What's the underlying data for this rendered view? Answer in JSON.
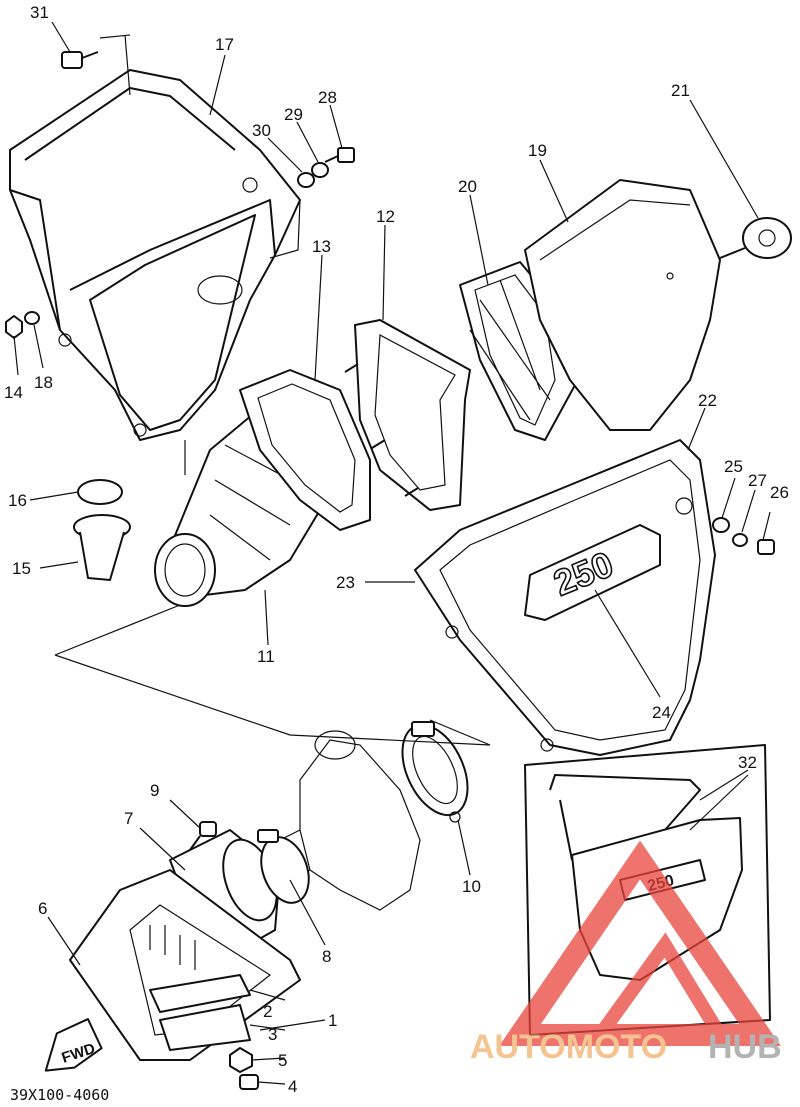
{
  "diagram": {
    "part_labels": [
      "1",
      "2",
      "3",
      "4",
      "5",
      "6",
      "7",
      "8",
      "9",
      "10",
      "11",
      "12",
      "13",
      "14",
      "15",
      "16",
      "17",
      "18",
      "19",
      "20",
      "21",
      "22",
      "23",
      "24",
      "25",
      "26",
      "27",
      "28",
      "29",
      "30",
      "31",
      "32"
    ],
    "fwd_label": "FWD",
    "emblem_text": "250",
    "emblem_small_text": "250",
    "drawing_code": "39X100-4060"
  },
  "watermark": {
    "brand_left": "AUTOMOTO",
    "brand_right": "HUB",
    "accent_color": "#e8453c",
    "secondary_color": "#f2b06a",
    "gray_color": "#9a9a9a"
  }
}
